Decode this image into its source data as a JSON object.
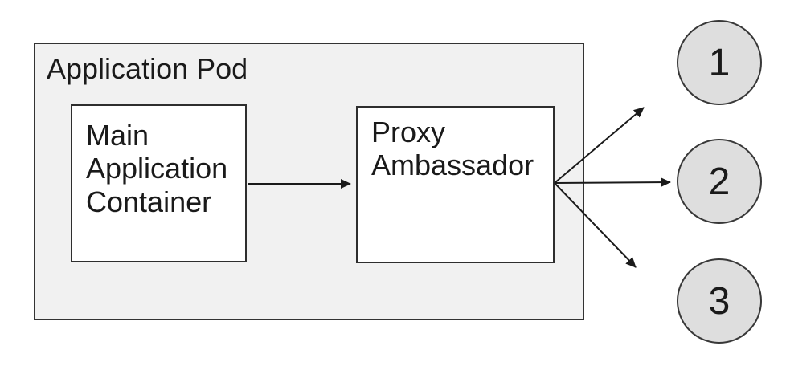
{
  "diagram": {
    "pod": {
      "label": "Application Pod"
    },
    "nodes": {
      "main": {
        "label": "Main Application Container"
      },
      "proxy": {
        "label": "Proxy Ambassador"
      }
    },
    "endpoints": [
      {
        "label": "1"
      },
      {
        "label": "2"
      },
      {
        "label": "3"
      }
    ],
    "edges": [
      {
        "from": "main-application-container",
        "to": "proxy-ambassador"
      },
      {
        "from": "proxy-ambassador",
        "to": "endpoint-1"
      },
      {
        "from": "proxy-ambassador",
        "to": "endpoint-2"
      },
      {
        "from": "proxy-ambassador",
        "to": "endpoint-3"
      }
    ],
    "colors": {
      "canvas": "#ffffff",
      "pod_fill": "#f1f1f1",
      "node_fill": "#ffffff",
      "endpoint_fill": "#dedede",
      "border": "#333333",
      "arrow": "#1a1a1a",
      "text": "#1a1a1a"
    }
  }
}
